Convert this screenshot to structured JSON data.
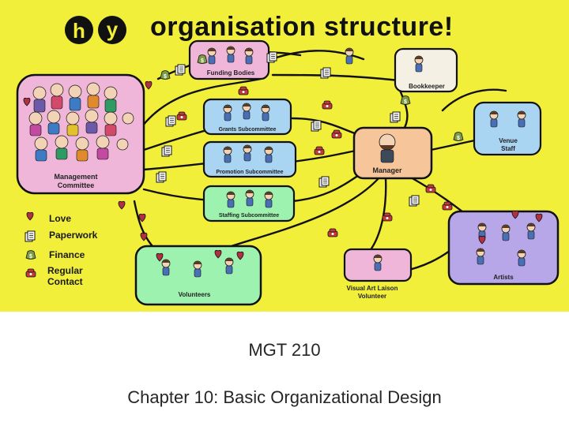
{
  "diagram": {
    "logo_text": "hy",
    "title": "organisation structure!",
    "boxes": {
      "funding": "Funding Bodies",
      "bookkeeper": "Bookkeeper",
      "grants": "Grants Subcommittee",
      "promotion": "Promotion Subcommittee",
      "staffing": "Staffing Subcommittee",
      "management_line1": "Management",
      "management_line2": "Committee",
      "manager": "Manager",
      "venue_line1": "Venue",
      "venue_line2": "Staff",
      "artists": "Artists",
      "volunteers": "Volunteers",
      "visual_line1": "Visual Art Laison",
      "visual_line2": "Volunteer"
    },
    "legend": {
      "love": "Love",
      "paperwork": "Paperwork",
      "finance": "Finance",
      "contact_line1": "Regular",
      "contact_line2": "Contact"
    },
    "colors": {
      "background": "#f2ef3a",
      "pink": "#efb6d9",
      "blue": "#a9d4f2",
      "green": "#9ef2b0",
      "peach": "#f6c59a",
      "purple": "#b7a6e8",
      "heart": "#b23042",
      "money": "#6b8a3a",
      "phone": "#c0393b"
    }
  },
  "slide": {
    "course_code": "MGT 210",
    "chapter_title": "Chapter 10: Basic Organizational Design"
  }
}
